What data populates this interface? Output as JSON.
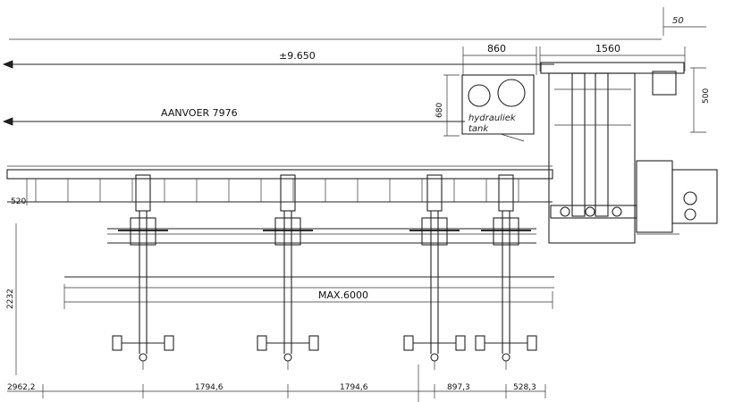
{
  "dimensions": {
    "total_length": "±9.650",
    "feeder": "AANVOER 7976",
    "tank_width": "860",
    "frame_width": "1560",
    "tank_height": "680",
    "box_height": "500",
    "left_small": "520",
    "max_length": "MAX.6000",
    "vertical": "2232",
    "bottom_left": "2962,2",
    "spacing_1": "1794,6",
    "spacing_2": "1794,6",
    "spacing_3": "897,3",
    "spacing_4": "528,3",
    "corner_ref": "50"
  },
  "labels": {
    "tank_line1": "hydrauliek",
    "tank_line2": "tank"
  }
}
